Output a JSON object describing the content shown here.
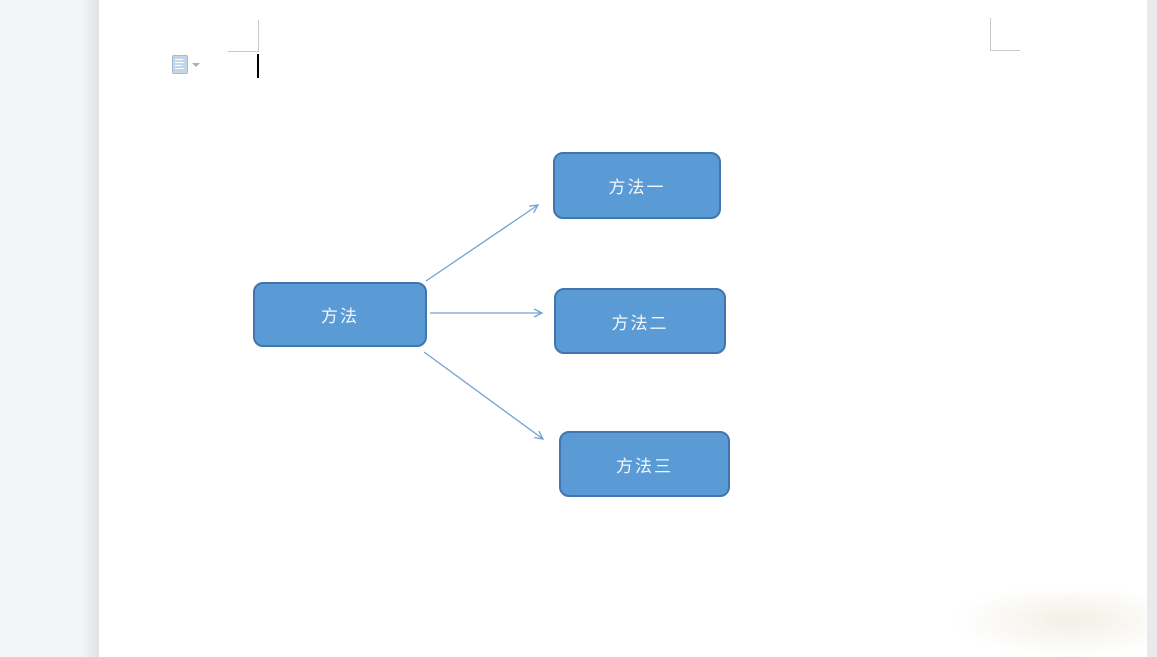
{
  "window": {
    "workspace_background": "#f4f5f6",
    "page_color": "#ffffff",
    "scroll_strip_color": "#e8eaec"
  },
  "editor": {
    "paste_options": {
      "icon": "paste-document-icon",
      "dropdown_icon": "dropdown-arrow-icon"
    },
    "caret": "text-insertion-cursor",
    "margin_marks": "page-margin-crop-marks"
  },
  "diagram": {
    "type": "flowchart",
    "nodes": [
      {
        "id": "root",
        "label": "方法"
      },
      {
        "id": "method1",
        "label": "方法一"
      },
      {
        "id": "method2",
        "label": "方法二"
      },
      {
        "id": "method3",
        "label": "方法三"
      }
    ],
    "connectors": [
      {
        "from": "root",
        "to": "method1",
        "style": "straight-open-arrow"
      },
      {
        "from": "root",
        "to": "method2",
        "style": "straight-open-arrow"
      },
      {
        "from": "root",
        "to": "method3",
        "style": "straight-open-arrow"
      }
    ],
    "colors": {
      "node_fill": "#5b9bd5",
      "node_border": "#4175ad",
      "node_text": "#f2f7fc",
      "connector": "#73a1d4"
    }
  }
}
